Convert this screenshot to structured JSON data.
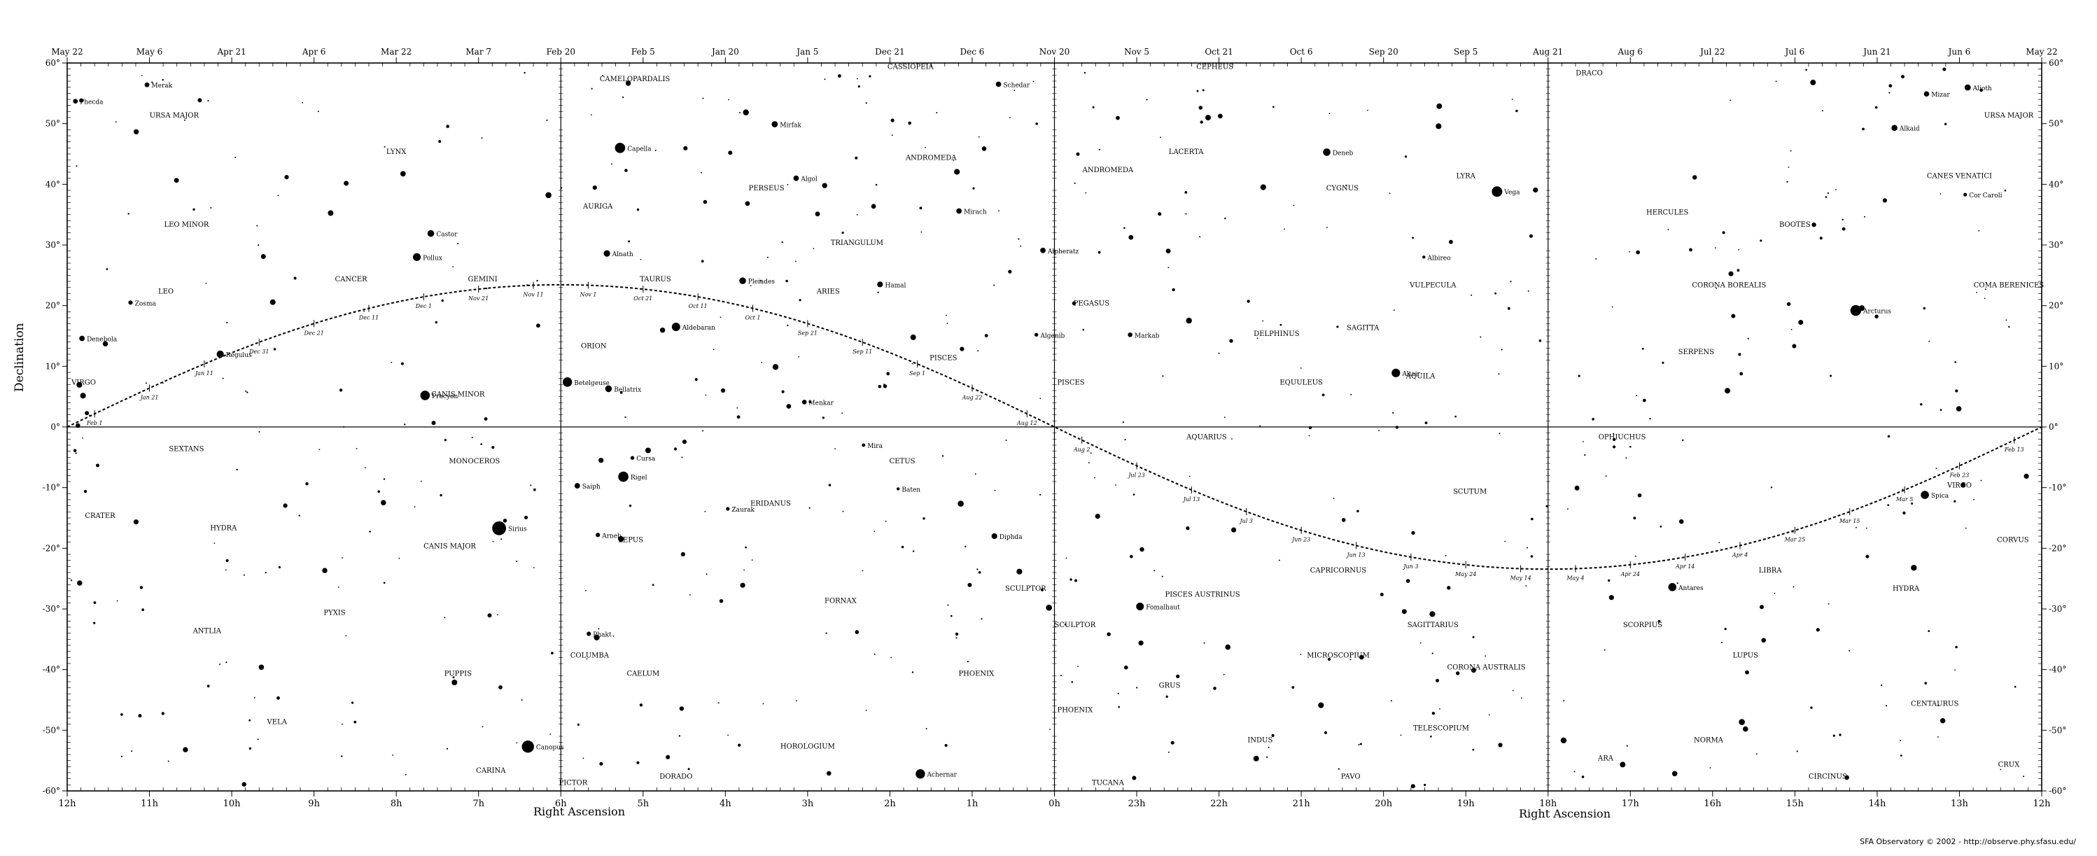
{
  "axes": {
    "x_title_left": "Right Ascension",
    "x_title_right": "Right Ascension",
    "y_title": "Declination",
    "ra_ticks": [
      "12h",
      "11h",
      "10h",
      "9h",
      "8h",
      "7h",
      "6h",
      "5h",
      "4h",
      "3h",
      "2h",
      "1h",
      "0h",
      "23h",
      "22h",
      "21h",
      "20h",
      "19h",
      "18h",
      "17h",
      "16h",
      "15h",
      "14h",
      "13h",
      "12h"
    ],
    "dec_ticks": [
      "60°",
      "50°",
      "40°",
      "30°",
      "20°",
      "10°",
      "0°",
      "-10°",
      "-20°",
      "-30°",
      "-40°",
      "-50°",
      "-60°"
    ],
    "dates": [
      "May 22",
      "May 6",
      "Apr 21",
      "Apr 6",
      "Mar 22",
      "Mar 7",
      "Feb 20",
      "Feb 5",
      "Jan 20",
      "Jan 5",
      "Dec 21",
      "Dec 6",
      "Nov 20",
      "Nov 5",
      "Oct 21",
      "Oct 6",
      "Sep 20",
      "Sep 5",
      "Aug 21",
      "Aug 6",
      "Jul 22",
      "Jul 6",
      "Jun 21",
      "Jun 6",
      "May 22"
    ]
  },
  "constellations": [
    {
      "name": "URSA MAJOR",
      "ra": 10.7,
      "dec": 51
    },
    {
      "name": "LEO MINOR",
      "ra": 10.55,
      "dec": 33
    },
    {
      "name": "LYNX",
      "ra": 8.0,
      "dec": 45
    },
    {
      "name": "LEO",
      "ra": 10.8,
      "dec": 22
    },
    {
      "name": "CANCER",
      "ra": 8.55,
      "dec": 24
    },
    {
      "name": "GEMINI",
      "ra": 6.95,
      "dec": 24
    },
    {
      "name": "VIRGO",
      "ra": 11.8,
      "dec": 7
    },
    {
      "name": "CANIS MINOR",
      "ra": 7.25,
      "dec": 5
    },
    {
      "name": "SEXTANS",
      "ra": 10.55,
      "dec": -4
    },
    {
      "name": "MONOCEROS",
      "ra": 7.05,
      "dec": -6
    },
    {
      "name": "CRATER",
      "ra": 11.6,
      "dec": -15
    },
    {
      "name": "HYDRA",
      "ra": 10.1,
      "dec": -17
    },
    {
      "name": "CANIS MAJOR",
      "ra": 7.35,
      "dec": -20
    },
    {
      "name": "PYXIS",
      "ra": 8.75,
      "dec": -31
    },
    {
      "name": "ANTLIA",
      "ra": 10.3,
      "dec": -34
    },
    {
      "name": "PUPPIS",
      "ra": 7.25,
      "dec": -41
    },
    {
      "name": "VELA",
      "ra": 9.45,
      "dec": -49
    },
    {
      "name": "CARINA",
      "ra": 6.85,
      "dec": -57
    },
    {
      "name": "CAMELOPARDALIS",
      "ra": 5.1,
      "dec": 57
    },
    {
      "name": "CASSIOPEIA",
      "ra": 1.75,
      "dec": 59
    },
    {
      "name": "AURIGA",
      "ra": 5.55,
      "dec": 36
    },
    {
      "name": "PERSEUS",
      "ra": 3.5,
      "dec": 39
    },
    {
      "name": "ANDROMEDA",
      "ra": 1.5,
      "dec": 44
    },
    {
      "name": "TRIANGULUM",
      "ra": 2.4,
      "dec": 30
    },
    {
      "name": "TAURUS",
      "ra": 4.85,
      "dec": 24
    },
    {
      "name": "ARIES",
      "ra": 2.75,
      "dec": 22
    },
    {
      "name": "ORION",
      "ra": 5.6,
      "dec": 13
    },
    {
      "name": "PISCES",
      "ra": 1.35,
      "dec": 11
    },
    {
      "name": "CETUS",
      "ra": 1.85,
      "dec": -6
    },
    {
      "name": "ERIDANUS",
      "ra": 3.45,
      "dec": -13
    },
    {
      "name": "LEPUS",
      "ra": 5.15,
      "dec": -19
    },
    {
      "name": "FORNAX",
      "ra": 2.6,
      "dec": -29
    },
    {
      "name": "COLUMBA",
      "ra": 5.65,
      "dec": -38
    },
    {
      "name": "CAELUM",
      "ra": 5.0,
      "dec": -41
    },
    {
      "name": "HOROLOGIUM",
      "ra": 3.0,
      "dec": -53
    },
    {
      "name": "PHOENIX",
      "ra": 0.95,
      "dec": -41
    },
    {
      "name": "SCULPTOR",
      "ra": 0.35,
      "dec": -27
    },
    {
      "name": "PICTOR",
      "ra": 5.85,
      "dec": -59
    },
    {
      "name": "DORADO",
      "ra": 4.6,
      "dec": -58
    },
    {
      "name": "CEPHEUS",
      "ra": 22.05,
      "dec": 59
    },
    {
      "name": "LACERTA",
      "ra": 22.4,
      "dec": 45
    },
    {
      "name": "ANDROMEDA",
      "ra": 23.35,
      "dec": 42
    },
    {
      "name": "CYGNUS",
      "ra": 20.5,
      "dec": 39
    },
    {
      "name": "LYRA",
      "ra": 19.0,
      "dec": 41
    },
    {
      "name": "VULPECULA",
      "ra": 19.4,
      "dec": 23
    },
    {
      "name": "PEGASUS",
      "ra": 23.55,
      "dec": 20
    },
    {
      "name": "DELPHINUS",
      "ra": 21.3,
      "dec": 15
    },
    {
      "name": "SAGITTA",
      "ra": 20.25,
      "dec": 16
    },
    {
      "name": "EQUULEUS",
      "ra": 21.0,
      "dec": 7
    },
    {
      "name": "AQUILA",
      "ra": 19.55,
      "dec": 8
    },
    {
      "name": "PISCES",
      "ra": 23.8,
      "dec": 7
    },
    {
      "name": "AQUARIUS",
      "ra": 22.15,
      "dec": -2
    },
    {
      "name": "SCUTUM",
      "ra": 18.95,
      "dec": -11
    },
    {
      "name": "CAPRICORNUS",
      "ra": 20.55,
      "dec": -24
    },
    {
      "name": "PISCES AUSTRINUS",
      "ra": 22.2,
      "dec": -28
    },
    {
      "name": "SAGITTARIUS",
      "ra": 19.4,
      "dec": -33
    },
    {
      "name": "MICROSCOPIUM",
      "ra": 20.55,
      "dec": -38
    },
    {
      "name": "CORONA AUSTRALIS",
      "ra": 18.75,
      "dec": -40
    },
    {
      "name": "GRUS",
      "ra": 22.6,
      "dec": -43
    },
    {
      "name": "INDUS",
      "ra": 21.5,
      "dec": -52
    },
    {
      "name": "TELESCOPIUM",
      "ra": 19.3,
      "dec": -50
    },
    {
      "name": "SCULPTOR",
      "ra": 23.75,
      "dec": -33
    },
    {
      "name": "PHOENIX",
      "ra": 23.75,
      "dec": -47
    },
    {
      "name": "TUCANA",
      "ra": 23.35,
      "dec": -59
    },
    {
      "name": "PAVO",
      "ra": 20.4,
      "dec": -58
    },
    {
      "name": "DRACO",
      "ra": 17.5,
      "dec": 58
    },
    {
      "name": "URSA MAJOR",
      "ra": 12.4,
      "dec": 51
    },
    {
      "name": "CANES VENATICI",
      "ra": 13.0,
      "dec": 41
    },
    {
      "name": "HERCULES",
      "ra": 16.55,
      "dec": 35
    },
    {
      "name": "BOOTES",
      "ra": 15.0,
      "dec": 33
    },
    {
      "name": "CORONA BOREALIS",
      "ra": 15.8,
      "dec": 23
    },
    {
      "name": "COMA BERENICES",
      "ra": 12.4,
      "dec": 23
    },
    {
      "name": "SERPENS",
      "ra": 16.2,
      "dec": 12
    },
    {
      "name": "OPHIUCHUS",
      "ra": 17.1,
      "dec": -2
    },
    {
      "name": "VIRGO",
      "ra": 13.0,
      "dec": -10
    },
    {
      "name": "LIBRA",
      "ra": 15.3,
      "dec": -24
    },
    {
      "name": "CORVUS",
      "ra": 12.35,
      "dec": -19
    },
    {
      "name": "HYDRA",
      "ra": 13.65,
      "dec": -27
    },
    {
      "name": "SCORPIUS",
      "ra": 16.85,
      "dec": -33
    },
    {
      "name": "LUPUS",
      "ra": 15.6,
      "dec": -38
    },
    {
      "name": "CENTAURUS",
      "ra": 13.3,
      "dec": -46
    },
    {
      "name": "NORMA",
      "ra": 16.05,
      "dec": -52
    },
    {
      "name": "ARA",
      "ra": 17.3,
      "dec": -55
    },
    {
      "name": "CIRCINUS",
      "ra": 14.6,
      "dec": -58
    },
    {
      "name": "CRUX",
      "ra": 12.4,
      "dec": -56
    }
  ],
  "stars": [
    {
      "name": "Phecda",
      "ra": 11.9,
      "dec": 53.7,
      "mag": 2.4
    },
    {
      "name": "Merak",
      "ra": 11.03,
      "dec": 56.4,
      "mag": 2.4
    },
    {
      "name": "Denebola",
      "ra": 11.82,
      "dec": 14.6,
      "mag": 2.1
    },
    {
      "name": "Zosma",
      "ra": 11.23,
      "dec": 20.5,
      "mag": 2.6
    },
    {
      "name": "Regulus",
      "ra": 10.14,
      "dec": 12.0,
      "mag": 1.4
    },
    {
      "name": "Castor",
      "ra": 7.58,
      "dec": 31.9,
      "mag": 1.6
    },
    {
      "name": "Pollux",
      "ra": 7.75,
      "dec": 28.0,
      "mag": 1.1
    },
    {
      "name": "Procyon",
      "ra": 7.65,
      "dec": 5.2,
      "mag": 0.4
    },
    {
      "name": "Betelgeuse",
      "ra": 5.92,
      "dec": 7.4,
      "mag": 0.5
    },
    {
      "name": "Bellatrix",
      "ra": 5.42,
      "dec": 6.3,
      "mag": 1.6
    },
    {
      "name": "Capella",
      "ra": 5.28,
      "dec": 46.0,
      "mag": 0.1
    },
    {
      "name": "Alnath",
      "ra": 5.44,
      "dec": 28.6,
      "mag": 1.7
    },
    {
      "name": "Aldebaran",
      "ra": 4.6,
      "dec": 16.5,
      "mag": 0.9
    },
    {
      "name": "Pleiades",
      "ra": 3.79,
      "dec": 24.1,
      "mag": 1.6
    },
    {
      "name": "Mirfak",
      "ra": 3.4,
      "dec": 49.9,
      "mag": 1.8
    },
    {
      "name": "Algol",
      "ra": 3.14,
      "dec": 41.0,
      "mag": 2.1
    },
    {
      "name": "Hamal",
      "ra": 2.12,
      "dec": 23.5,
      "mag": 2.0
    },
    {
      "name": "Mirach",
      "ra": 1.16,
      "dec": 35.6,
      "mag": 2.1
    },
    {
      "name": "Schedar",
      "ra": 0.68,
      "dec": 56.5,
      "mag": 2.2
    },
    {
      "name": "Alpheratz",
      "ra": 0.14,
      "dec": 29.1,
      "mag": 2.1
    },
    {
      "name": "Algenib",
      "ra": 0.22,
      "dec": 15.2,
      "mag": 2.8
    },
    {
      "name": "Menkar",
      "ra": 3.04,
      "dec": 4.1,
      "mag": 2.5
    },
    {
      "name": "Mira",
      "ra": 2.32,
      "dec": -3.0,
      "mag": 3.0
    },
    {
      "name": "Diphda",
      "ra": 0.73,
      "dec": -18.0,
      "mag": 2.0
    },
    {
      "name": "Baten",
      "ra": 1.9,
      "dec": -10.2,
      "mag": 3.5
    },
    {
      "name": "Saiph",
      "ra": 5.8,
      "dec": -9.7,
      "mag": 2.1
    },
    {
      "name": "Rigel",
      "ra": 5.24,
      "dec": -8.2,
      "mag": 0.1
    },
    {
      "name": "Cursa",
      "ra": 5.13,
      "dec": -5.1,
      "mag": 2.8
    },
    {
      "name": "Zaurak",
      "ra": 3.97,
      "dec": -13.5,
      "mag": 2.9
    },
    {
      "name": "Arneb",
      "ra": 5.55,
      "dec": -17.8,
      "mag": 2.6
    },
    {
      "name": "Phakt",
      "ra": 5.66,
      "dec": -34.1,
      "mag": 2.6
    },
    {
      "name": "Sirius",
      "ra": 6.75,
      "dec": -16.7,
      "mag": -1.4
    },
    {
      "name": "Canopus",
      "ra": 6.4,
      "dec": -52.7,
      "mag": -0.7
    },
    {
      "name": "Achernar",
      "ra": 1.63,
      "dec": -57.2,
      "mag": 0.5
    },
    {
      "name": "Deneb",
      "ra": 20.69,
      "dec": 45.3,
      "mag": 1.3
    },
    {
      "name": "Vega",
      "ra": 18.62,
      "dec": 38.8,
      "mag": 0.0
    },
    {
      "name": "Albireo",
      "ra": 19.51,
      "dec": 28.0,
      "mag": 3.1
    },
    {
      "name": "Altair",
      "ra": 19.85,
      "dec": 8.9,
      "mag": 0.8
    },
    {
      "name": "Markab",
      "ra": 23.08,
      "dec": 15.2,
      "mag": 2.5
    },
    {
      "name": "Fomalhaut",
      "ra": 22.96,
      "dec": -29.6,
      "mag": 1.2
    },
    {
      "name": "Alkaid",
      "ra": 13.79,
      "dec": 49.3,
      "mag": 1.9
    },
    {
      "name": "Mizar",
      "ra": 13.4,
      "dec": 54.9,
      "mag": 2.2
    },
    {
      "name": "Alioth",
      "ra": 12.9,
      "dec": 55.96,
      "mag": 1.8
    },
    {
      "name": "Cor Caroli",
      "ra": 12.93,
      "dec": 38.3,
      "mag": 2.9
    },
    {
      "name": "Arcturus",
      "ra": 14.26,
      "dec": 19.2,
      "mag": -0.1
    },
    {
      "name": "Spica",
      "ra": 13.42,
      "dec": -11.2,
      "mag": 1.0
    },
    {
      "name": "Antares",
      "ra": 16.49,
      "dec": -26.4,
      "mag": 1.0
    }
  ],
  "ecliptic_dates": [
    "Feb 1",
    "Jan 21",
    "Jan 11",
    "Dec 31",
    "Dec 21",
    "Dec 11",
    "Dec 1",
    "Nov 21",
    "Nov 11",
    "Nov 1",
    "Oct 21",
    "Oct 11",
    "Oct 1",
    "Sep 21",
    "Sep 11",
    "Sep 1",
    "Aug 22",
    "Aug 12",
    "Aug 2",
    "Jul 23",
    "Jul 13",
    "Jul 3",
    "Jun 23",
    "Jun 13",
    "Jun 3",
    "May 24",
    "May 14",
    "May 4",
    "Apr 24",
    "Apr 14",
    "Apr 4",
    "Mar 25",
    "Mar 15",
    "Mar 5",
    "Feb 23",
    "Feb 13"
  ],
  "credit": "SFA Observatory © 2002 - http://observe.phy.sfasu.edu/"
}
